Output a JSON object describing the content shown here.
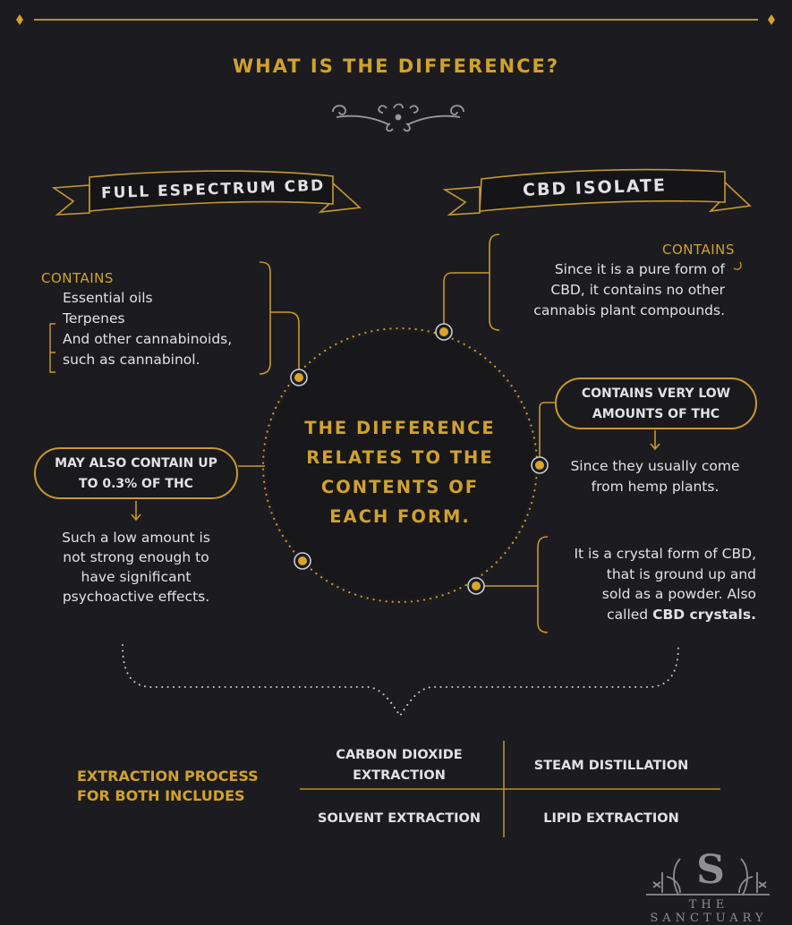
{
  "colors": {
    "background": "#1c1b1f",
    "accent_gold": "#d0a22e",
    "text_light": "#e2e1e4",
    "ornament_gray": "#8f8e92"
  },
  "header": {
    "title": "WHAT IS THE DIFFERENCE?",
    "top_rule_icon": "diamond-icon",
    "ornament_icon": "flourish-ornament-icon"
  },
  "full_spectrum": {
    "ribbon_label": "FULL ESPECTRUM CBD",
    "contains_label": "CONTAINS",
    "contains_items": [
      "Essential oils",
      "Terpenes",
      "And other cannabinoids,",
      "such as cannabinol."
    ],
    "thc_pill_line1": "MAY ALSO CONTAIN UP",
    "thc_pill_line2": "TO 0.3% OF THC",
    "thc_desc": [
      "Such a low amount is",
      "not strong enough to",
      "have significant",
      "psychoactive effects."
    ]
  },
  "isolate": {
    "ribbon_label": "CBD ISOLATE",
    "contains_label": "CONTAINS",
    "contains_desc": [
      "Since it is a pure form of",
      "CBD, it contains no other",
      "cannabis plant compounds."
    ],
    "thc_pill_line1": "CONTAINS VERY LOW",
    "thc_pill_line2": "AMOUNTS OF THC",
    "thc_desc": [
      "Since they usually come",
      "from hemp plants."
    ],
    "crystal_desc": [
      "It is a crystal form of CBD,",
      "that is ground up and",
      "sold as a powder. Also"
    ],
    "crystal_desc_last_prefix": "called ",
    "crystal_desc_last_bold": "CBD crystals."
  },
  "center": {
    "lines": [
      "THE DIFFERENCE",
      "RELATES TO THE",
      "CONTENTS OF",
      "EACH FORM."
    ]
  },
  "extraction": {
    "label_line1": "EXTRACTION PROCESS",
    "label_line2": "FOR BOTH INCLUDES",
    "methods": [
      {
        "line1": "CARBON DIOXIDE",
        "line2": "EXTRACTION"
      },
      {
        "line1": "STEAM DISTILLATION"
      },
      {
        "line1": "SOLVENT EXTRACTION"
      },
      {
        "line1": "LIPID EXTRACTION"
      }
    ]
  },
  "logo": {
    "monogram": "S",
    "name": "THE SANCTUARY"
  }
}
